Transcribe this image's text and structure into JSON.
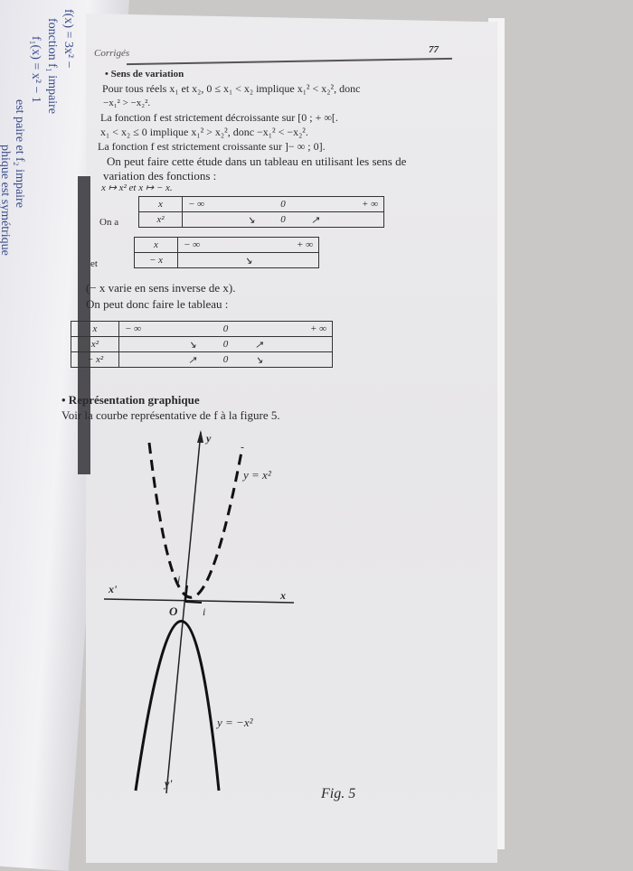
{
  "left_page": {
    "fragments": [
      "f(x) = 3x² −",
      "fonction f₁ impaire",
      "f₁(x) = x² − 1",
      "est paire et f₂ impaire",
      "phique est symétrique"
    ]
  },
  "header": {
    "section": "Corrigés",
    "page_number": "77"
  },
  "sens_variation": {
    "title": "• Sens de variation",
    "lines": [
      "Pour tous réels x₁ et x₂,    0 ≤ x₁ < x₂    implique    x₁² < x₂²,    donc",
      "−x₁² > −x₂².",
      "La fonction f est strictement décroissante sur [0 ; + ∞[.",
      "x₁ < x₂ ≤ 0    implique    x₁² > x₂²,    donc    −x₁² < −x₂².",
      "La fonction f est strictement croissante sur ]− ∞ ; 0]."
    ],
    "intro": [
      "On peut faire cette étude dans un tableau en utilisant les sens de",
      "variation des fonctions :"
    ],
    "functions": "x ↦ x²     et     x ↦ − x.",
    "on_a": "On a",
    "et": "et",
    "note": "(− x varie en sens inverse de x).",
    "donc": "On peut donc faire le tableau :"
  },
  "table1": {
    "rows": [
      [
        "x",
        "− ∞",
        "0",
        "+ ∞"
      ],
      [
        "x²",
        "↘",
        "0",
        "↗"
      ]
    ]
  },
  "table2": {
    "rows": [
      [
        "x",
        "− ∞",
        "+ ∞"
      ],
      [
        "− x",
        "↘"
      ]
    ]
  },
  "table3": {
    "rows": [
      [
        "x",
        "− ∞",
        "0",
        "+ ∞"
      ],
      [
        "x²",
        "↘",
        "0",
        "↗"
      ],
      [
        "− x²",
        "↗",
        "0",
        "↘"
      ]
    ]
  },
  "representation": {
    "title": "• Représentation graphique",
    "text": "Voir la courbe représentative de f à la figure 5."
  },
  "figure": {
    "caption": "Fig. 5",
    "y_label": "y",
    "y_prime_label": "y'",
    "x_label": "x",
    "x_prime_label": "x'",
    "origin_label": "O",
    "i_label": "i",
    "j_label": "j",
    "curve1_label": "y = x²",
    "curve2_label": "y = −x²"
  }
}
